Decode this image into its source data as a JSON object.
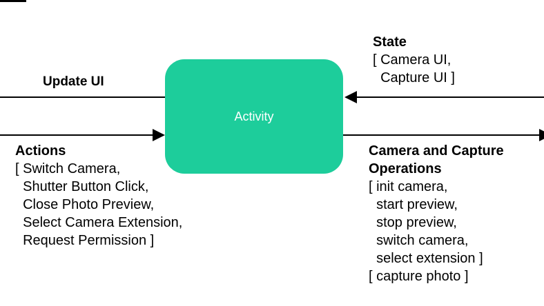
{
  "activity": {
    "label": "Activity"
  },
  "update_ui": {
    "title": "Update UI",
    "arrow_direction": "left"
  },
  "actions": {
    "title": "Actions",
    "arrow_direction": "right",
    "lines": [
      "[ Switch Camera,",
      "  Shutter Button Click,",
      "  Close Photo Preview,",
      "  Select Camera Extension,",
      "  Request Permission ]"
    ]
  },
  "state": {
    "title": "State",
    "arrow_direction": "left",
    "lines": [
      "[ Camera UI,",
      "  Capture UI ]"
    ]
  },
  "camera_ops": {
    "title": "Camera and Capture Operations",
    "arrow_direction": "right",
    "lines": [
      "[ init camera,",
      "  start preview,",
      "  stop preview,",
      "  switch camera,",
      "  select extension ]",
      "[ capture photo ]"
    ]
  },
  "colors": {
    "activity_fill": "#1DCD9B",
    "activity_text": "#FFFFFF",
    "line": "#000000",
    "text": "#000000"
  }
}
